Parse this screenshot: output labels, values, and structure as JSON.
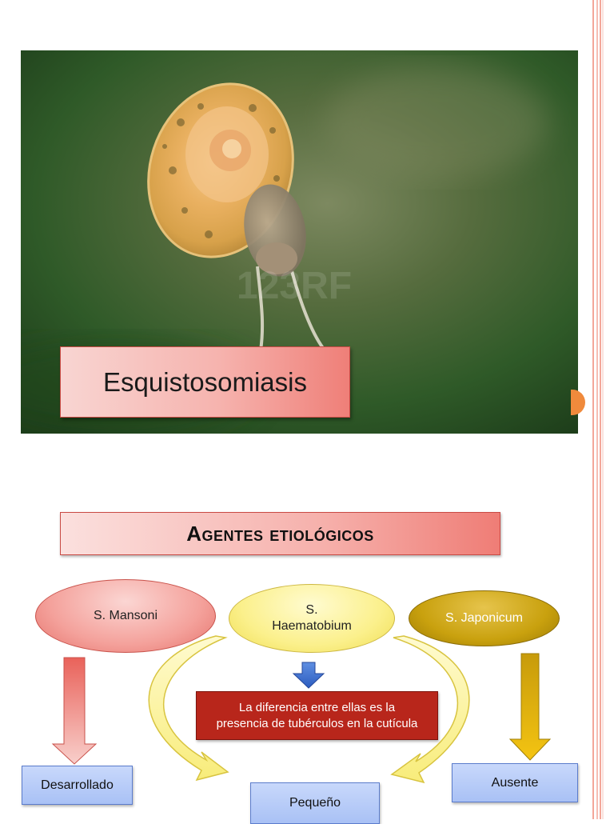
{
  "slide1": {
    "title": "Esquistosomiasis"
  },
  "slide2": {
    "title": "Agentes etiológicos",
    "species": [
      {
        "label": "S. Mansoni"
      },
      {
        "label": "S. Haematobium",
        "line1": "S.",
        "line2": "Haematobium"
      },
      {
        "label": "S. Japonicum"
      }
    ],
    "center_note": {
      "line1": "La diferencia entre ellas es la",
      "line2": "presencia de tubérculos en la cutícula"
    },
    "results": {
      "mansoni": "Desarrollado",
      "haematobium": "Pequeño",
      "japonicum": "Ausente"
    }
  },
  "colors": {
    "title_box": "#f6b3ae",
    "accent_orange": "#f08a3c",
    "result_box": "#a9c1f5",
    "note_box": "#b8261b"
  }
}
